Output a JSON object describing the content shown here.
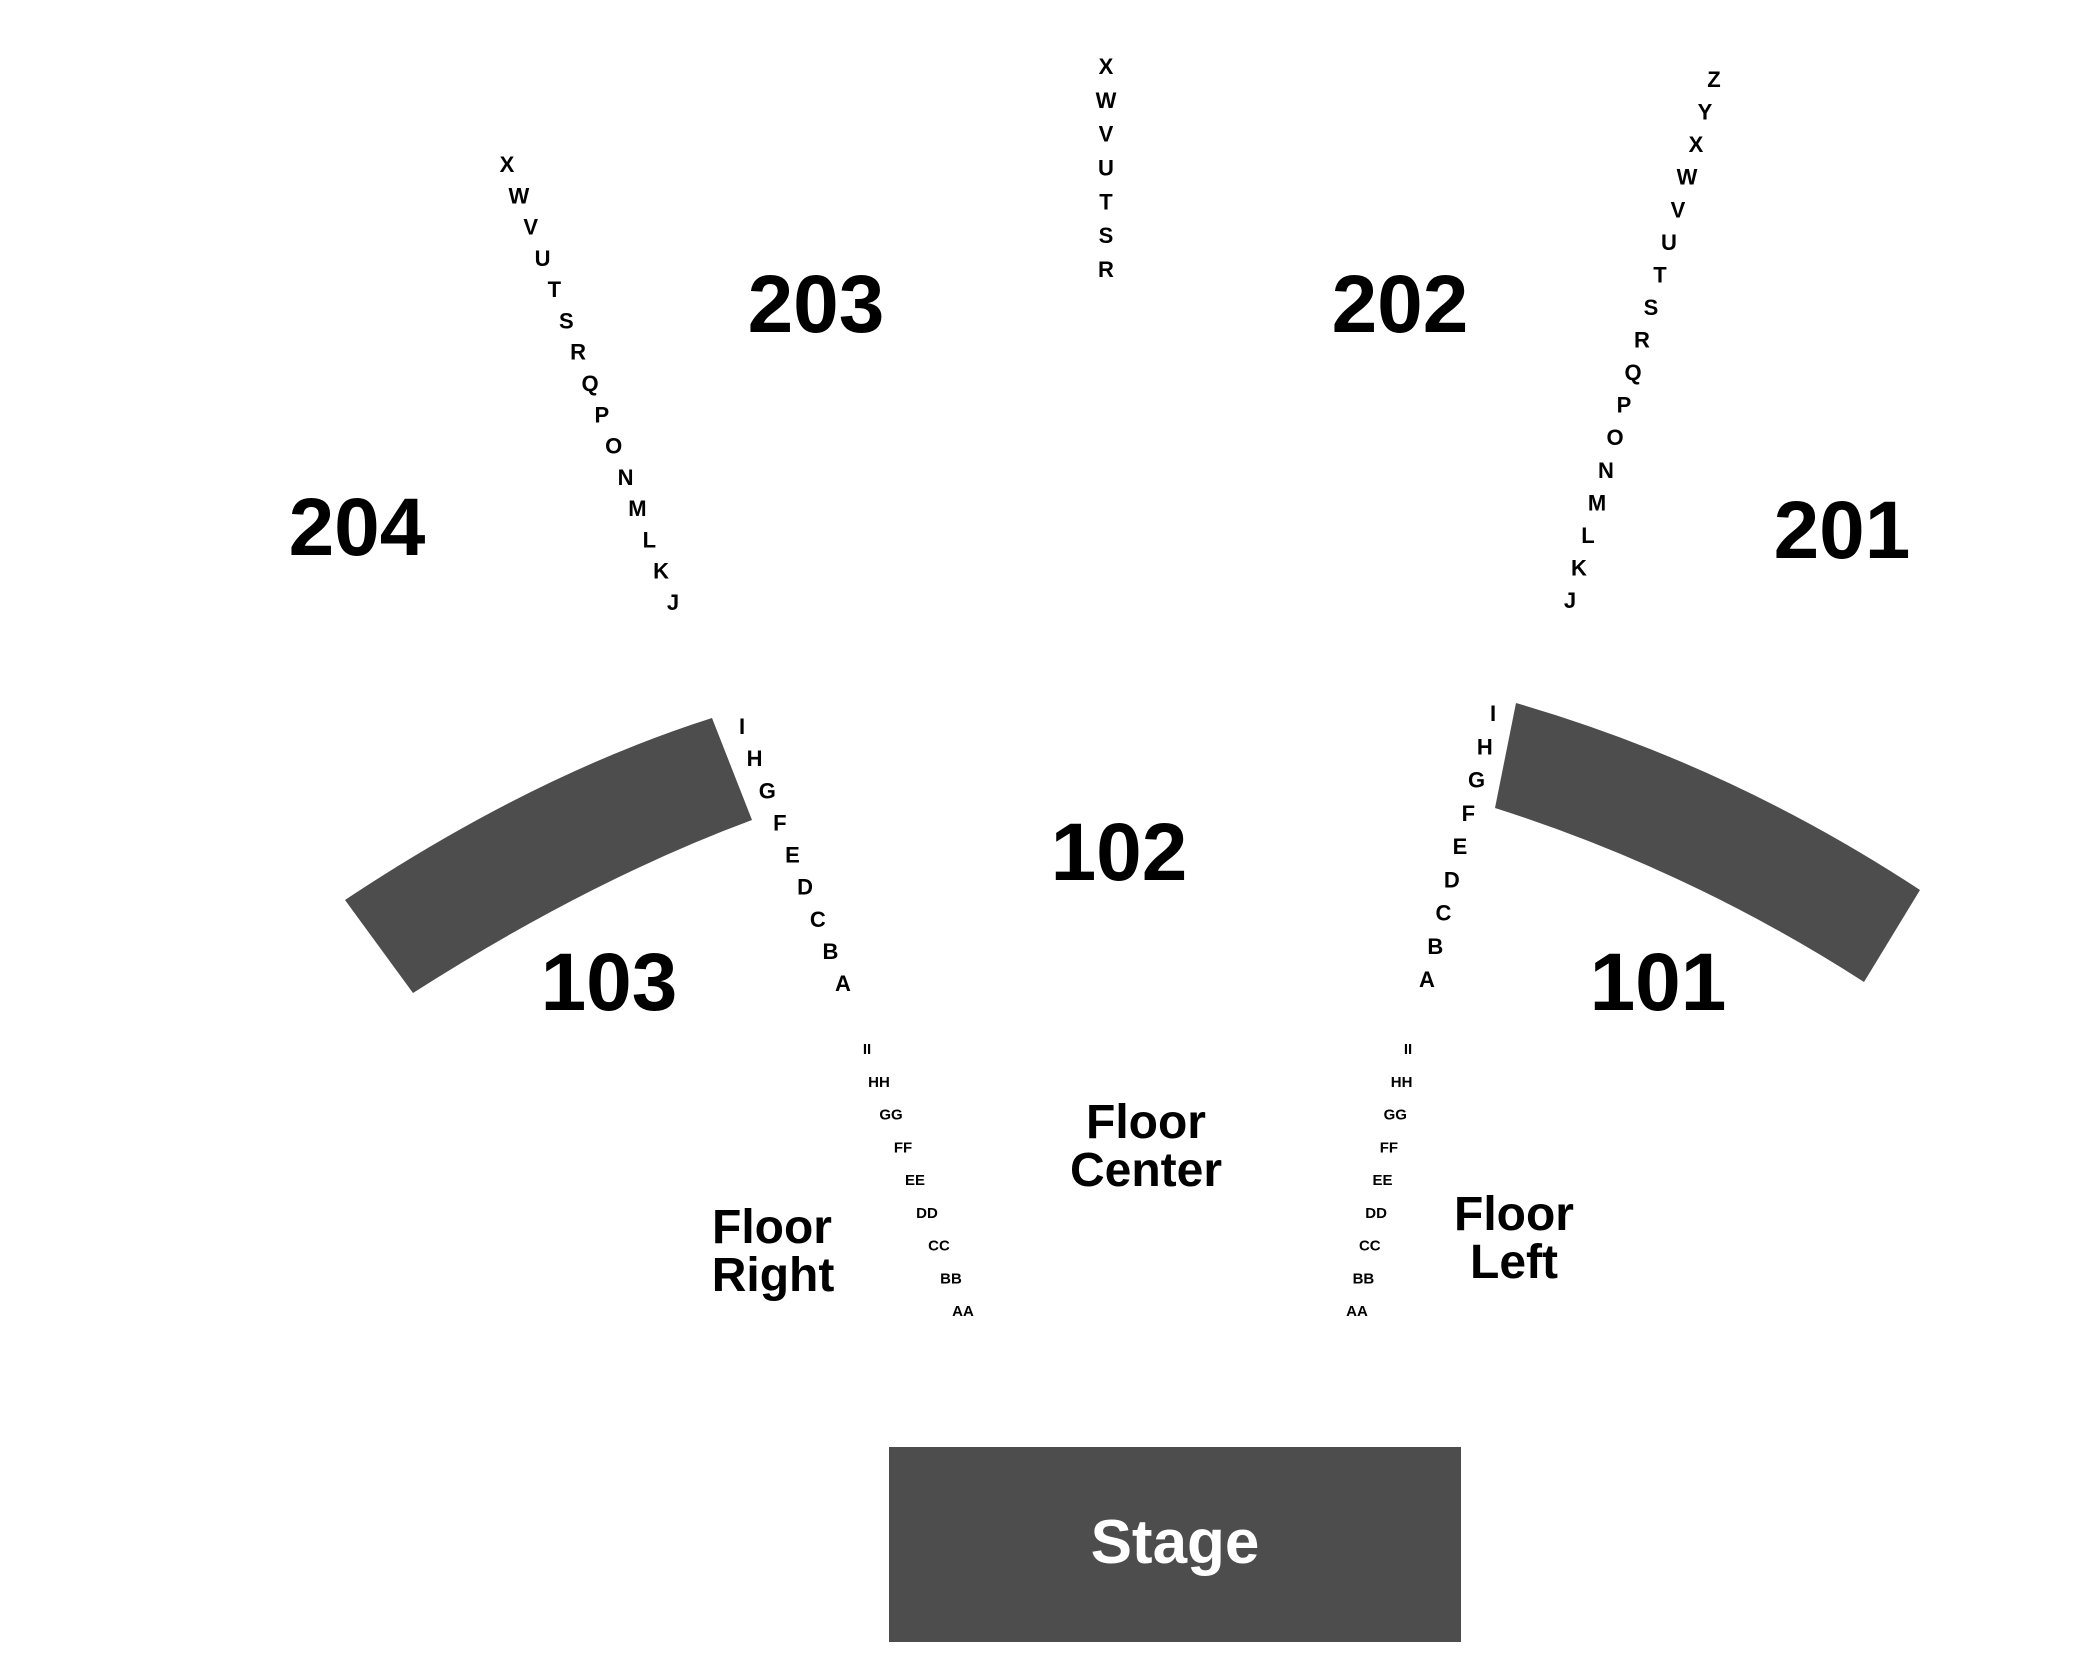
{
  "colors": {
    "background": "#ffffff",
    "block": "#4d4d4d",
    "text": "#000000",
    "stage_text": "#ffffff"
  },
  "stage": {
    "label": "Stage"
  },
  "sections": {
    "s101": "101",
    "s102": "102",
    "s103": "103",
    "s201": "201",
    "s202": "202",
    "s203": "203",
    "s204": "204"
  },
  "floor": {
    "right": {
      "line1": "Floor",
      "line2": "Right"
    },
    "center": {
      "line1": "Floor",
      "line2": "Center"
    },
    "left": {
      "line1": "Floor",
      "line2": "Left"
    }
  },
  "rows": {
    "upper_left": [
      "X",
      "W",
      "V",
      "U",
      "T",
      "S",
      "R",
      "Q",
      "P",
      "O",
      "N",
      "M",
      "L",
      "K",
      "J"
    ],
    "upper_center": [
      "X",
      "W",
      "V",
      "U",
      "T",
      "S",
      "R"
    ],
    "upper_right": [
      "Z",
      "Y",
      "X",
      "W",
      "V",
      "U",
      "T",
      "S",
      "R",
      "Q",
      "P",
      "O",
      "N",
      "M",
      "L",
      "K",
      "J"
    ],
    "lower_left": [
      "I",
      "H",
      "G",
      "F",
      "E",
      "D",
      "C",
      "B",
      "A"
    ],
    "lower_right": [
      "I",
      "H",
      "G",
      "F",
      "E",
      "D",
      "C",
      "B",
      "A"
    ],
    "floor_left": [
      "II",
      "HH",
      "GG",
      "FF",
      "EE",
      "DD",
      "CC",
      "BB",
      "AA"
    ],
    "floor_right": [
      "II",
      "HH",
      "GG",
      "FF",
      "EE",
      "DD",
      "CC",
      "BB",
      "AA"
    ]
  }
}
